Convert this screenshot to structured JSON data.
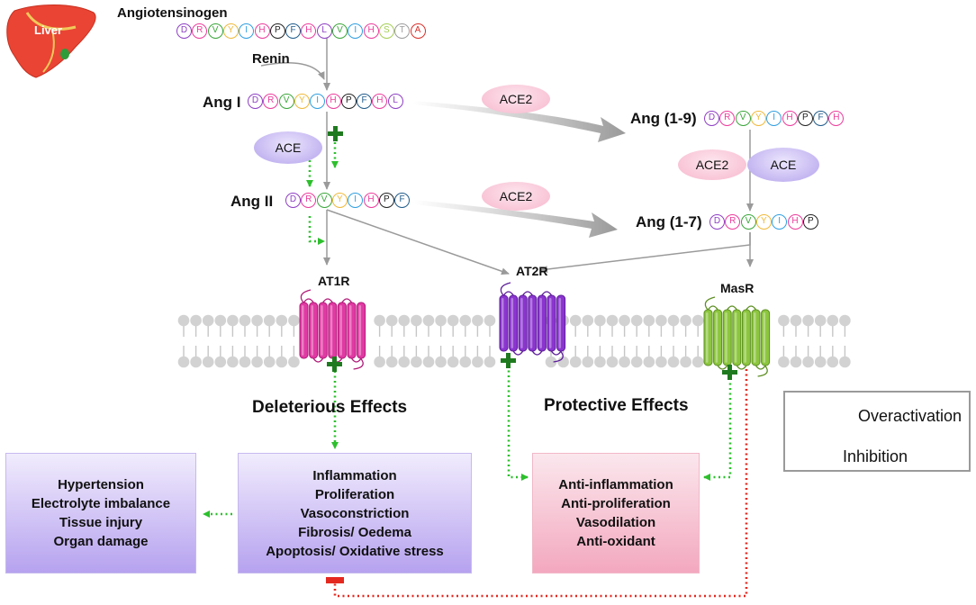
{
  "liver": {
    "label": "Liver"
  },
  "angiotensinogen": {
    "label": "Angiotensinogen",
    "residues": [
      "D",
      "R",
      "V",
      "Y",
      "I",
      "H",
      "P",
      "F",
      "H",
      "L",
      "V",
      "I",
      "H",
      "S",
      "T",
      "A"
    ]
  },
  "renin": {
    "label": "Renin"
  },
  "ang1": {
    "label": "Ang I",
    "residues": [
      "D",
      "R",
      "V",
      "Y",
      "I",
      "H",
      "P",
      "F",
      "H",
      "L"
    ]
  },
  "ang2": {
    "label": "Ang II",
    "residues": [
      "D",
      "R",
      "V",
      "Y",
      "I",
      "H",
      "P",
      "F"
    ]
  },
  "ang19": {
    "label": "Ang (1-9)",
    "residues": [
      "D",
      "R",
      "V",
      "Y",
      "I",
      "H",
      "P",
      "F",
      "H"
    ]
  },
  "ang17": {
    "label": "Ang (1-7)",
    "residues": [
      "D",
      "R",
      "V",
      "Y",
      "I",
      "H",
      "P"
    ]
  },
  "enzymes": {
    "ace": "ACE",
    "ace2": "ACE2"
  },
  "receptors": {
    "at1r": "AT1R",
    "at2r": "AT2R",
    "masr": "MasR"
  },
  "effects": {
    "deleterious": "Deleterious Effects",
    "protective": "Protective Effects"
  },
  "boxes": {
    "outcomes": [
      "Hypertension",
      "Electrolyte imbalance",
      "Tissue injury",
      "Organ damage"
    ],
    "deleterious": [
      "Inflammation",
      "Proliferation",
      "Vasoconstriction",
      "Fibrosis/ Oedema",
      "Apoptosis/ Oxidative stress"
    ],
    "protective": [
      "Anti-inflammation",
      "Anti-proliferation",
      "Vasodilation",
      "Anti-oxidant"
    ]
  },
  "legend": {
    "overactivation": "Overactivation",
    "inhibition": "Inhibition"
  },
  "colors": {
    "D": "#8e3fc4",
    "R": "#ec3b9c",
    "V": "#3aa63a",
    "Y": "#f0b93a",
    "I": "#2f9fe0",
    "H": "#ec3b9c",
    "P": "#222222",
    "F": "#1f5b8a",
    "L": "#8e3fc4",
    "S": "#a5cf55",
    "T": "#9c9c9c",
    "A": "#d8302a",
    "at1r": "#e03aa3",
    "at2r": "#8b35cf",
    "masr": "#8cc63f",
    "overactivation": "#2dbf2d",
    "plus": "#1f7a1f",
    "inhibition": "#e4281f"
  }
}
